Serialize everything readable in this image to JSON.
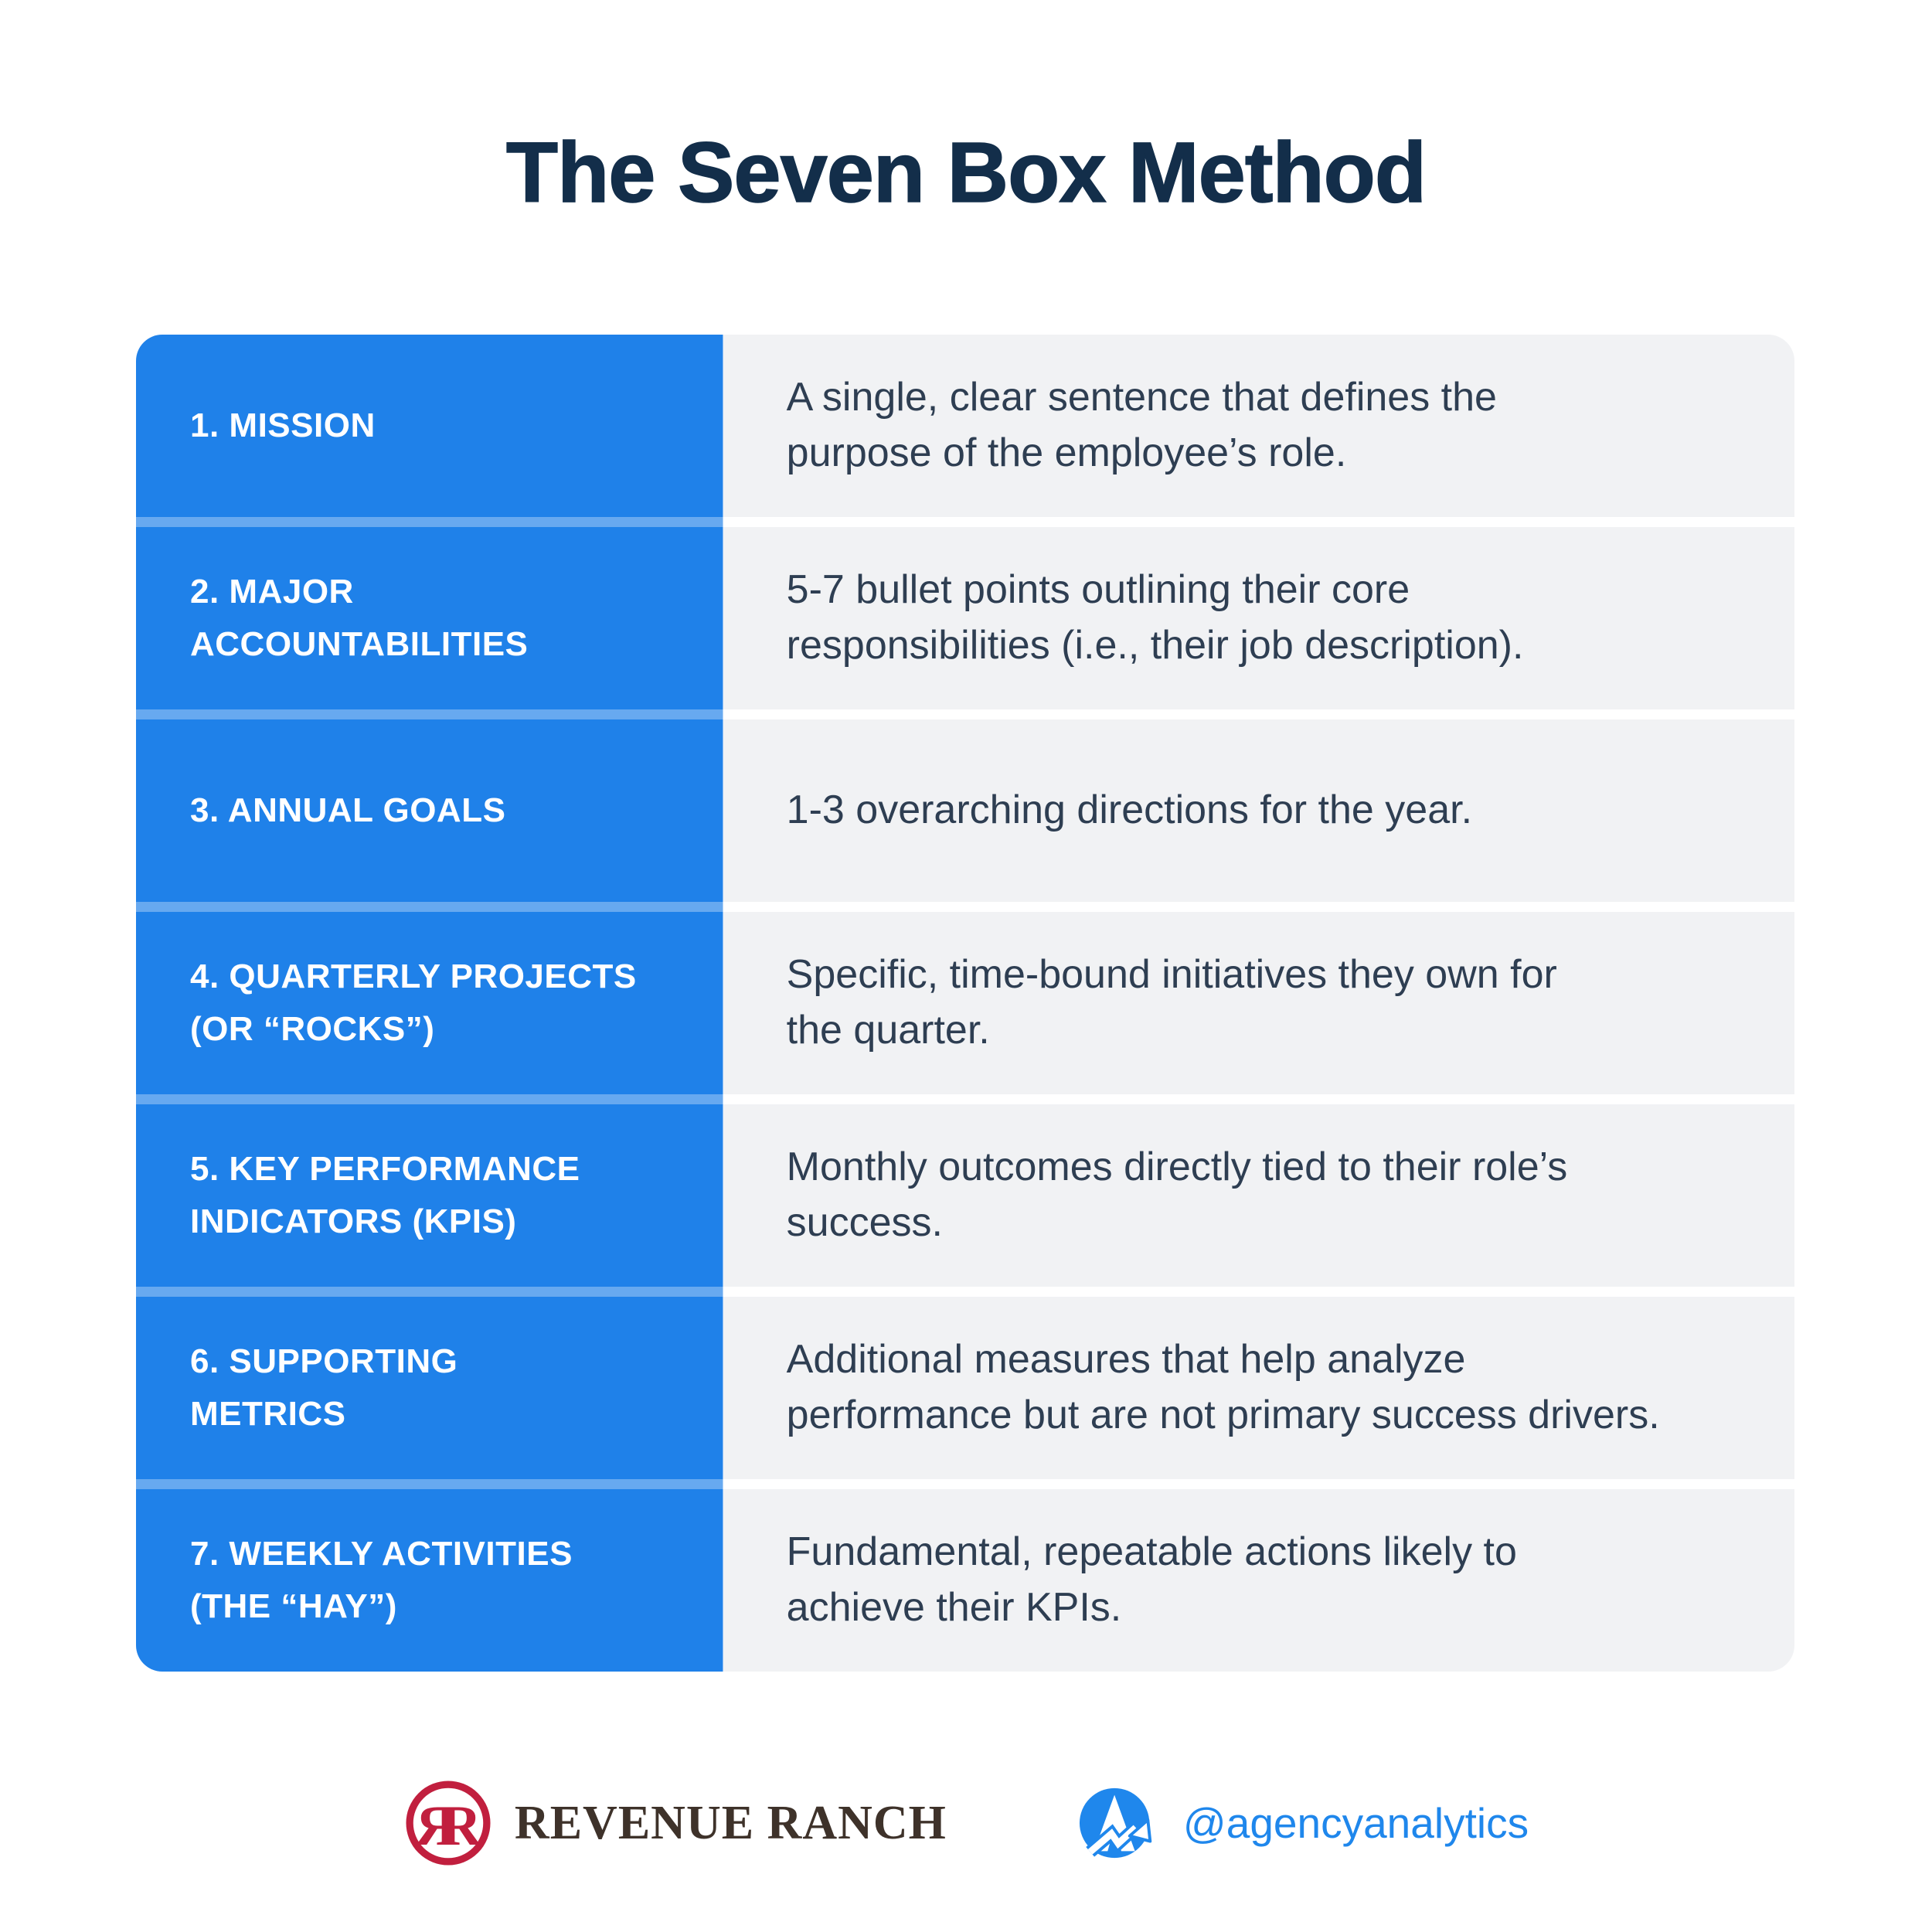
{
  "title": "The Seven Box Method",
  "table": {
    "rows": [
      {
        "label": [
          "1. MISSION"
        ],
        "description": [
          "A single, clear sentence that defines the",
          "purpose of the employee’s role."
        ]
      },
      {
        "label": [
          "2. MAJOR",
          "ACCOUNTABILITIES"
        ],
        "description": [
          "5-7 bullet points outlining their core",
          "responsibilities (i.e., their job description)."
        ]
      },
      {
        "label": [
          "3. ANNUAL GOALS"
        ],
        "description": [
          "1-3 overarching directions for the year."
        ]
      },
      {
        "label": [
          "4. QUARTERLY PROJECTS",
          "(OR “ROCKS”)"
        ],
        "description": [
          "Specific, time-bound initiatives they own for",
          "the quarter."
        ]
      },
      {
        "label": [
          "5. KEY PERFORMANCE",
          "INDICATORS (KPIS)"
        ],
        "description": [
          "Monthly outcomes directly tied to their role’s",
          "success."
        ]
      },
      {
        "label": [
          "6. SUPPORTING",
          "METRICS"
        ],
        "description": [
          "Additional measures that help analyze",
          "performance but are not primary success drivers."
        ]
      },
      {
        "label": [
          "7. WEEKLY ACTIVITIES",
          "(THE “HAY”)"
        ],
        "description": [
          "Fundamental, repeatable actions likely to",
          "achieve their KPIs."
        ]
      }
    ]
  },
  "footer": {
    "brand_name": "REVENUE RANCH",
    "social_handle": "@agencyanalytics",
    "icons": [
      "revenue-ranch-monogram-icon",
      "agencyanalytics-logo-icon"
    ]
  },
  "colors": {
    "accent_blue": "#1f81e9",
    "row_divider_blue": "#5f9ef0",
    "row_gray": "#f1f2f4",
    "title_navy": "#132e4a",
    "body_text": "#2e3e52",
    "brand_red": "#c11f3e",
    "brand_brown": "#3e322a",
    "handle_blue": "#1f87ec",
    "page_background": "#ffffff"
  }
}
